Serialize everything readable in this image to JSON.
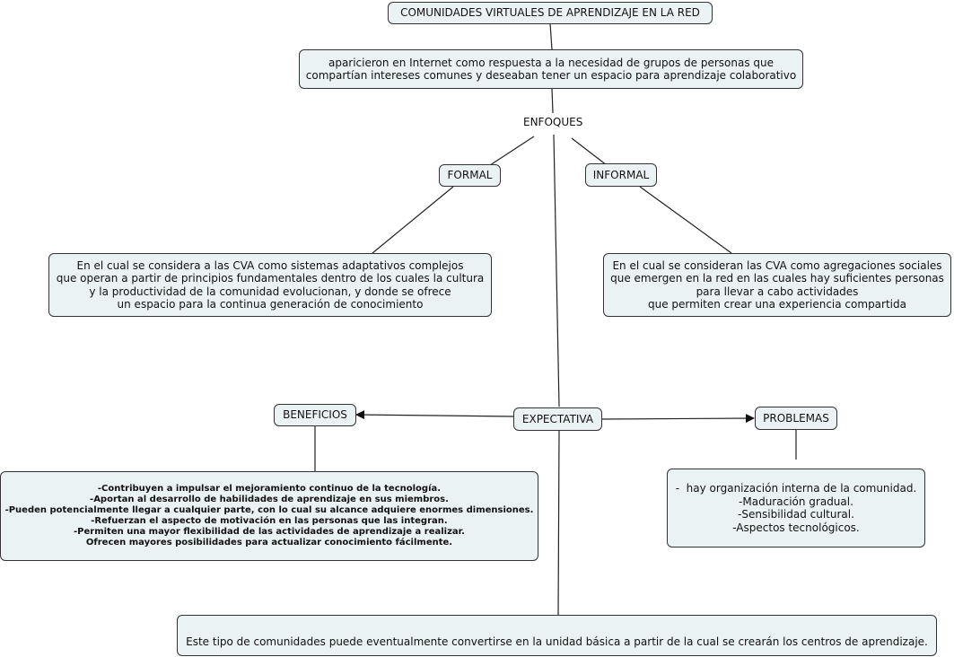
{
  "title": "COMUNIDADES VIRTUALES DE APRENDIZAJE EN LA RED",
  "origin": "aparicieron en Internet como respuesta a la necesidad de grupos de personas que\ncompartían intereses comunes y deseaban tener un espacio para aprendizaje colaborativo",
  "linking_phrase": "ENFOQUES",
  "formal": {
    "label": "FORMAL",
    "description": "En el cual se considera a las CVA como sistemas adaptativos complejos\nque operan a partir de principios fundamentales dentro de los cuales la cultura\ny la productividad de la comunidad evolucionan, y donde se ofrece\nun espacio para la continua generación de conocimiento"
  },
  "informal": {
    "label": "INFORMAL",
    "description": "En el cual se consideran las CVA como agregaciones sociales\nque emergen en la red en las cuales hay suficientes personas\npara llevar a cabo actividades\nque permiten crear una experiencia compartida"
  },
  "expectativa": "EXPECTATIVA",
  "beneficios": {
    "label": "BENEFICIOS",
    "items": "-Contribuyen a impulsar el mejoramiento continuo de la tecnología.\n-Aportan al desarrollo de habilidades de aprendizaje en sus miembros.\n-Pueden potencialmente llegar a cualquier parte, con lo cual su alcance adquiere enormes dimensiones.\n-Refuerzan el aspecto de motivación en las personas que las integran.\n-Permiten una mayor flexibilidad de las actividades de aprendizaje a realizar.\nOfrecen mayores posibilidades para actualizar conocimiento fácilmente."
  },
  "problemas": {
    "label": "PROBLEMAS",
    "items": "-  hay organización interna de la comunidad.\n-Maduración gradual.\n-Sensibilidad cultural.\n-Aspectos tecnológicos."
  },
  "conclusion": "Este tipo de comunidades puede eventualmente convertirse en la unidad básica a partir de la cual se crearán los centros de aprendizaje."
}
